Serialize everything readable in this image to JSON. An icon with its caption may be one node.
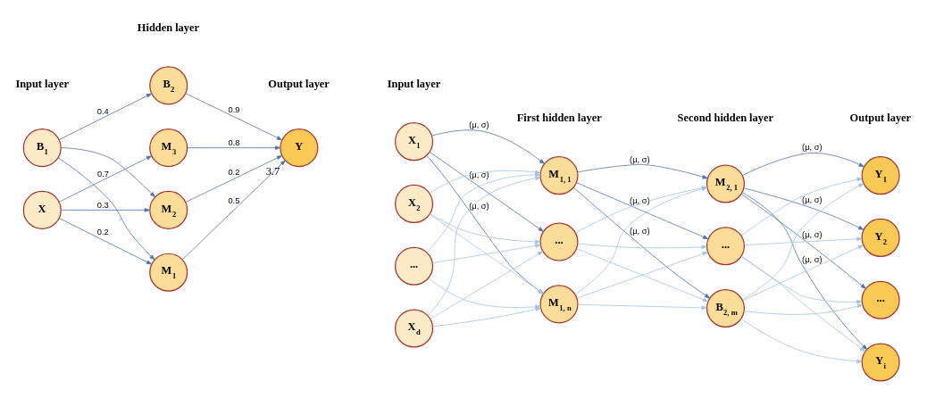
{
  "diagram": {
    "nodes": [
      {
        "text": [
          "B$_{1}$"
        ]
      },
      {
        "text": [
          "X"
        ]
      },
      {
        "text": [
          "B$_{2}$"
        ]
      },
      {
        "text": [
          "M$_{3}$"
        ]
      },
      {
        "text": [
          "M$_{2}$"
        ]
      },
      {
        "text": [
          "M$_{1}$"
        ]
      },
      {
        "text": [
          "Y"
        ],
        "beside": [
          "3.7"
        ]
      },
      {
        "text": [
          "X$_{1}$"
        ]
      },
      {
        "text": [
          "X$_{2}$"
        ]
      },
      {
        "text": [
          "..."
        ]
      },
      {
        "text": [
          "X$_{d}$"
        ]
      },
      {
        "text": [
          "M$_{1, 1}$"
        ]
      },
      {
        "text": [
          "..."
        ]
      },
      {
        "text": [
          "M$_{1, n}$"
        ]
      },
      {
        "text": [
          "M$_{2, 1}$"
        ]
      },
      {
        "text": [
          "..."
        ]
      },
      {
        "text": [
          "B$_{2, m}$"
        ]
      },
      {
        "text": [
          "Y$_{1}$"
        ]
      },
      {
        "text": [
          "Y$_{2}$"
        ]
      },
      {
        "text": [
          "..."
        ]
      },
      {
        "text": [
          "Y$_{i}$"
        ]
      }
    ],
    "edges": [
      {
        "from": 0,
        "to": 2,
        "arrow": "to",
        "label": "0.4",
        "color": "#4a72b0"
      },
      {
        "from": 0,
        "to": 4,
        "arrow": "to",
        "color": "#4a72b0"
      },
      {
        "from": 0,
        "to": 5,
        "arrow": "to",
        "color": "#4a72b0"
      },
      {
        "from": 1,
        "to": 3,
        "arrow": "to",
        "label": "0.7",
        "color": "#4a72b0"
      },
      {
        "from": 1,
        "to": 4,
        "arrow": "to",
        "label": "0.3",
        "color": "#4a72b0"
      },
      {
        "from": 1,
        "to": 5,
        "arrow": "to",
        "label": "0.2",
        "color": "#4a72b0"
      },
      {
        "from": 2,
        "to": 6,
        "arrow": "to",
        "label": "0.9",
        "color": "#4a72b0"
      },
      {
        "from": 3,
        "to": 6,
        "arrow": "to",
        "label": "0.8",
        "color": "#4a72b0"
      },
      {
        "from": 4,
        "to": 6,
        "arrow": "to",
        "label": "0.2",
        "color": "#4a72b0"
      },
      {
        "from": 5,
        "to": 6,
        "arrow": "to",
        "label": "0.5",
        "color": "#4a72b0"
      },
      {
        "from": 7,
        "to": 11,
        "arrow": "to",
        "label": "(μ, σ)",
        "color": "#4a72b0"
      },
      {
        "from": 7,
        "to": 12,
        "arrow": "to",
        "label": "(μ, σ)",
        "color": "#4a72b0"
      },
      {
        "from": 7,
        "to": 13,
        "arrow": "to",
        "label": "(μ, σ)",
        "color": "#4a72b0"
      },
      {
        "from": 8,
        "to": 11,
        "arrow": "to"
      },
      {
        "from": 8,
        "to": 12,
        "arrow": "to"
      },
      {
        "from": 8,
        "to": 13,
        "arrow": "to"
      },
      {
        "from": 9,
        "to": 11,
        "arrow": "to"
      },
      {
        "from": 9,
        "to": 12,
        "arrow": "to"
      },
      {
        "from": 9,
        "to": 13,
        "arrow": "to"
      },
      {
        "from": 10,
        "to": 11,
        "arrow": "to"
      },
      {
        "from": 10,
        "to": 12,
        "arrow": "to"
      },
      {
        "from": 10,
        "to": 13,
        "arrow": "to"
      },
      {
        "from": 11,
        "to": 14,
        "arrow": "to",
        "label": "(μ, σ)",
        "color": "#4a72b0"
      },
      {
        "from": 11,
        "to": 15,
        "arrow": "to",
        "label": "(μ, σ)",
        "color": "#4a72b0"
      },
      {
        "from": 11,
        "to": 16,
        "arrow": "to",
        "label": "(μ, σ)",
        "color": "#4a72b0"
      },
      {
        "from": 12,
        "to": 14,
        "arrow": "to"
      },
      {
        "from": 12,
        "to": 15,
        "arrow": "to"
      },
      {
        "from": 12,
        "to": 16,
        "arrow": "to"
      },
      {
        "from": 13,
        "to": 14,
        "arrow": "to"
      },
      {
        "from": 13,
        "to": 15,
        "arrow": "to"
      },
      {
        "from": 13,
        "to": 16,
        "arrow": "to"
      },
      {
        "from": 14,
        "to": 17,
        "arrow": "to",
        "label": "(μ, σ)",
        "color": "#4a72b0"
      },
      {
        "from": 14,
        "to": 18,
        "arrow": "to",
        "label": "(μ, σ)",
        "color": "#4a72b0"
      },
      {
        "from": 14,
        "to": 19,
        "arrow": "to",
        "label": "(μ, σ)",
        "color": "#4a72b0"
      },
      {
        "from": 14,
        "to": 20,
        "arrow": "to",
        "label": "(μ, σ)",
        "color": "#4a72b0"
      },
      {
        "from": 15,
        "to": 17,
        "arrow": "to"
      },
      {
        "from": 15,
        "to": 18,
        "arrow": "to"
      },
      {
        "from": 15,
        "to": 19,
        "arrow": "to"
      },
      {
        "from": 15,
        "to": 20,
        "arrow": "to"
      },
      {
        "from": 16,
        "to": 17,
        "arrow": "to"
      },
      {
        "from": 16,
        "to": 18,
        "arrow": "to"
      },
      {
        "from": 16,
        "to": 19,
        "arrow": "to"
      },
      {
        "from": 16,
        "to": 20,
        "arrow": "to"
      }
    ],
    "labels": [
      "Input layer",
      "Hidden layer",
      "Output layer",
      "Input layer",
      "First hidden layer",
      "Second hidden layer",
      "Output layer"
    ]
  }
}
